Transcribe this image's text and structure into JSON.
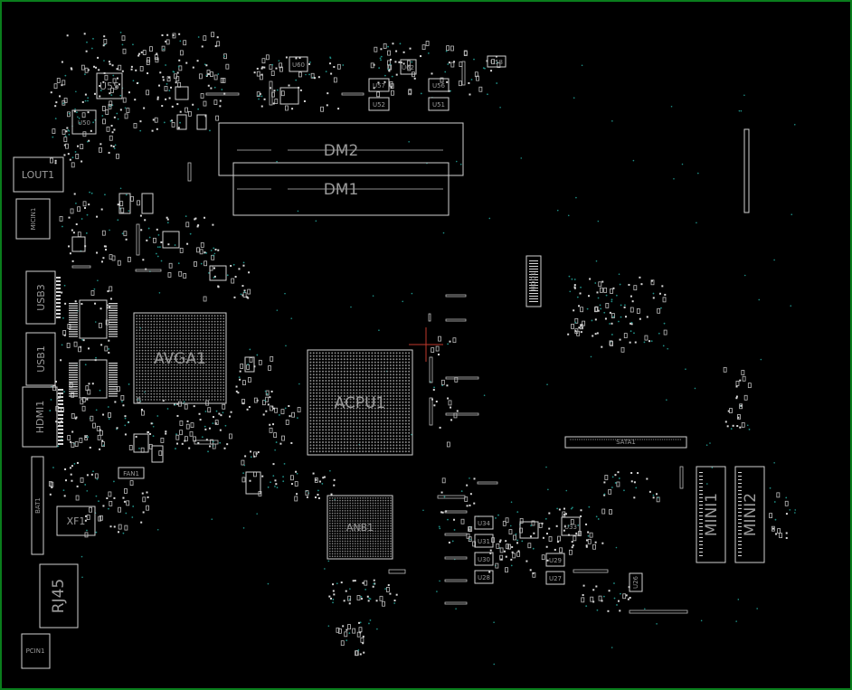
{
  "board": {
    "border_color": "#0a7d1c",
    "background": "#000000",
    "outline_color": "#cfcfcf",
    "via_color": "#1f8f86"
  },
  "labels": {
    "dm2": "DM2",
    "dm1": "DM1",
    "avga1": "AVGA1",
    "acpu1": "ACPU1",
    "anb1": "ANB1",
    "u55": "U55",
    "u50": "U50",
    "lout1": "LOUT1",
    "micin1": "MICIN1",
    "usb3": "USB3",
    "usb1": "USB1",
    "hdmi1": "HDMI1",
    "bat1": "BAT1",
    "xf1": "XF1",
    "rj45": "RJ45",
    "pcin1": "PCIN1",
    "mini1": "MINI1",
    "mini2": "MINI2",
    "sata1": "SATA1",
    "hdd1": "HDD1",
    "fan1": "FAN1",
    "u60": "U60",
    "u62": "U62",
    "u57": "U57",
    "u52": "U52",
    "u56": "U56",
    "u51": "U51",
    "u58": "U58",
    "u34": "U34",
    "u31": "U31",
    "u30": "U30",
    "u28": "U28",
    "u29": "U29",
    "u27": "U27",
    "u33": "U33",
    "u26": "U26"
  }
}
